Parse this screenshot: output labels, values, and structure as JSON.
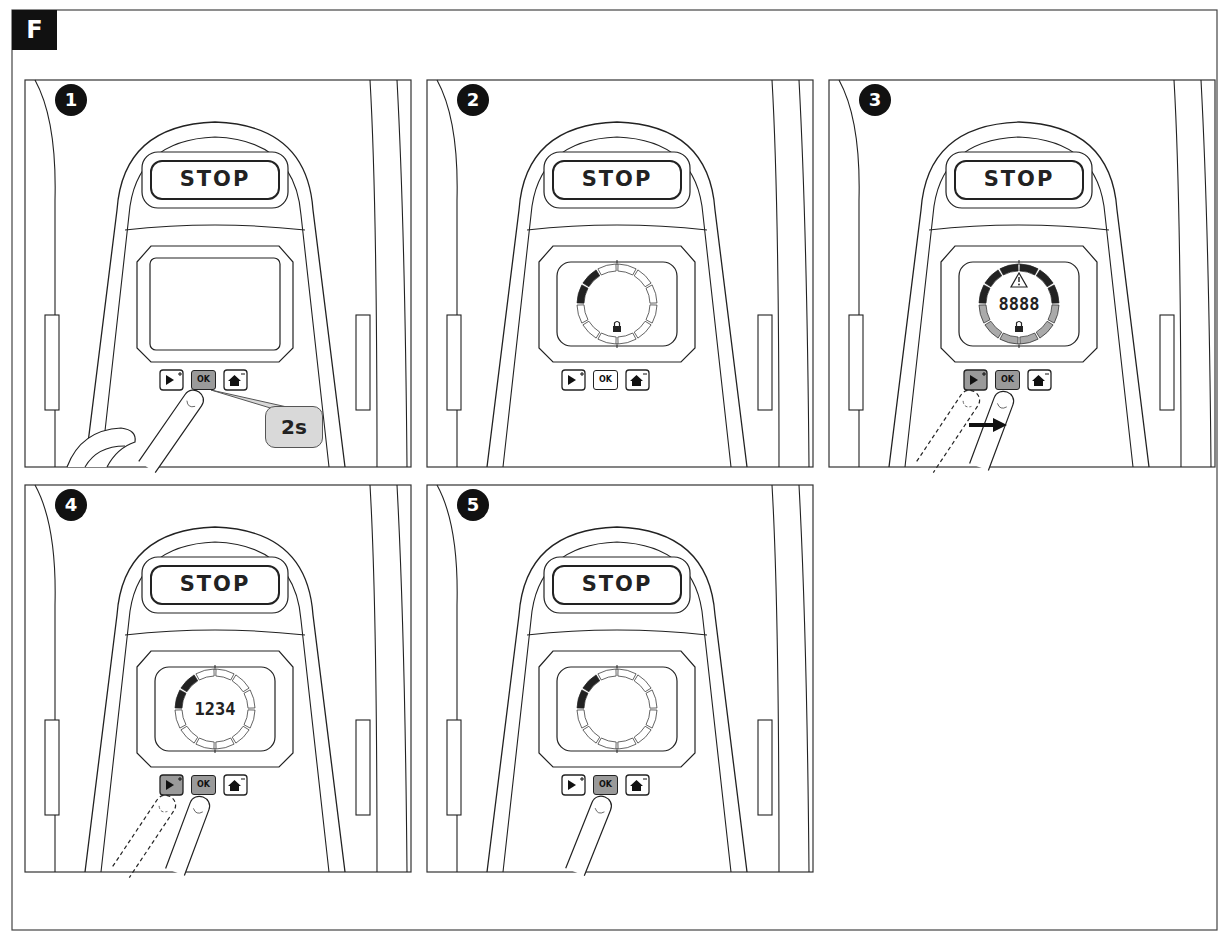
{
  "diagram": {
    "nodes": [
      {
        "text": [
          "F"
        ]
      },
      {
        "text": [
          "1"
        ]
      },
      {
        "text": [
          "STOP"
        ]
      },
      {
        "text": [
          "OK"
        ]
      },
      {
        "text": [
          "2s"
        ]
      },
      {
        "text": [
          "2"
        ]
      },
      {
        "text": [
          "STOP"
        ]
      },
      {
        "text": [
          "OK"
        ]
      },
      {
        "text": [
          "3"
        ]
      },
      {
        "text": [
          "STOP"
        ]
      },
      {
        "text": [
          "8888"
        ]
      },
      {
        "text": [
          "OK"
        ]
      },
      {
        "text": [
          "4"
        ]
      },
      {
        "text": [
          "STOP"
        ]
      },
      {
        "text": [
          "1234"
        ]
      },
      {
        "text": [
          "OK"
        ]
      },
      {
        "text": [
          "5"
        ]
      },
      {
        "text": [
          "STOP"
        ]
      },
      {
        "text": [
          "OK"
        ]
      }
    ]
  }
}
